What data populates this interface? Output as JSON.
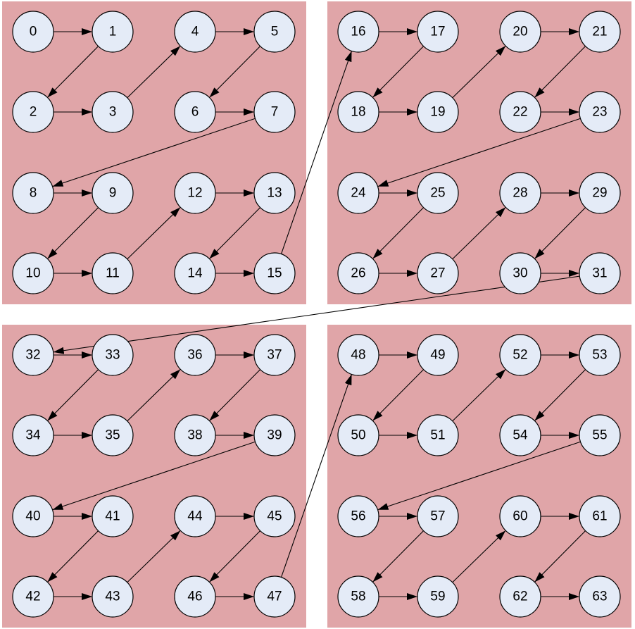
{
  "diagram": {
    "colors": {
      "background": "#ffffff",
      "cluster_fill": "#e0a5a8",
      "node_fill": "#e4ebf7",
      "stroke": "#000000"
    },
    "clusters": [
      {
        "id": "c0",
        "nodes": [
          0,
          1,
          2,
          3,
          4,
          5,
          6,
          7,
          8,
          9,
          10,
          11,
          12,
          13,
          14,
          15
        ]
      },
      {
        "id": "c1",
        "nodes": [
          16,
          17,
          18,
          19,
          20,
          21,
          22,
          23,
          24,
          25,
          26,
          27,
          28,
          29,
          30,
          31
        ]
      },
      {
        "id": "c2",
        "nodes": [
          32,
          33,
          34,
          35,
          36,
          37,
          38,
          39,
          40,
          41,
          42,
          43,
          44,
          45,
          46,
          47
        ]
      },
      {
        "id": "c3",
        "nodes": [
          48,
          49,
          50,
          51,
          52,
          53,
          54,
          55,
          56,
          57,
          58,
          59,
          60,
          61,
          62,
          63
        ]
      }
    ],
    "nodes": [
      {
        "id": 0,
        "label": "0"
      },
      {
        "id": 1,
        "label": "1"
      },
      {
        "id": 2,
        "label": "2"
      },
      {
        "id": 3,
        "label": "3"
      },
      {
        "id": 4,
        "label": "4"
      },
      {
        "id": 5,
        "label": "5"
      },
      {
        "id": 6,
        "label": "6"
      },
      {
        "id": 7,
        "label": "7"
      },
      {
        "id": 8,
        "label": "8"
      },
      {
        "id": 9,
        "label": "9"
      },
      {
        "id": 10,
        "label": "10"
      },
      {
        "id": 11,
        "label": "11"
      },
      {
        "id": 12,
        "label": "12"
      },
      {
        "id": 13,
        "label": "13"
      },
      {
        "id": 14,
        "label": "14"
      },
      {
        "id": 15,
        "label": "15"
      },
      {
        "id": 16,
        "label": "16"
      },
      {
        "id": 17,
        "label": "17"
      },
      {
        "id": 18,
        "label": "18"
      },
      {
        "id": 19,
        "label": "19"
      },
      {
        "id": 20,
        "label": "20"
      },
      {
        "id": 21,
        "label": "21"
      },
      {
        "id": 22,
        "label": "22"
      },
      {
        "id": 23,
        "label": "23"
      },
      {
        "id": 24,
        "label": "24"
      },
      {
        "id": 25,
        "label": "25"
      },
      {
        "id": 26,
        "label": "26"
      },
      {
        "id": 27,
        "label": "27"
      },
      {
        "id": 28,
        "label": "28"
      },
      {
        "id": 29,
        "label": "29"
      },
      {
        "id": 30,
        "label": "30"
      },
      {
        "id": 31,
        "label": "31"
      },
      {
        "id": 32,
        "label": "32"
      },
      {
        "id": 33,
        "label": "33"
      },
      {
        "id": 34,
        "label": "34"
      },
      {
        "id": 35,
        "label": "35"
      },
      {
        "id": 36,
        "label": "36"
      },
      {
        "id": 37,
        "label": "37"
      },
      {
        "id": 38,
        "label": "38"
      },
      {
        "id": 39,
        "label": "39"
      },
      {
        "id": 40,
        "label": "40"
      },
      {
        "id": 41,
        "label": "41"
      },
      {
        "id": 42,
        "label": "42"
      },
      {
        "id": 43,
        "label": "43"
      },
      {
        "id": 44,
        "label": "44"
      },
      {
        "id": 45,
        "label": "45"
      },
      {
        "id": 46,
        "label": "46"
      },
      {
        "id": 47,
        "label": "47"
      },
      {
        "id": 48,
        "label": "48"
      },
      {
        "id": 49,
        "label": "49"
      },
      {
        "id": 50,
        "label": "50"
      },
      {
        "id": 51,
        "label": "51"
      },
      {
        "id": 52,
        "label": "52"
      },
      {
        "id": 53,
        "label": "53"
      },
      {
        "id": 54,
        "label": "54"
      },
      {
        "id": 55,
        "label": "55"
      },
      {
        "id": 56,
        "label": "56"
      },
      {
        "id": 57,
        "label": "57"
      },
      {
        "id": 58,
        "label": "58"
      },
      {
        "id": 59,
        "label": "59"
      },
      {
        "id": 60,
        "label": "60"
      },
      {
        "id": 61,
        "label": "61"
      },
      {
        "id": 62,
        "label": "62"
      },
      {
        "id": 63,
        "label": "63"
      }
    ],
    "edges": [
      [
        0,
        1
      ],
      [
        1,
        2
      ],
      [
        2,
        3
      ],
      [
        3,
        4
      ],
      [
        4,
        5
      ],
      [
        5,
        6
      ],
      [
        6,
        7
      ],
      [
        7,
        8
      ],
      [
        8,
        9
      ],
      [
        9,
        10
      ],
      [
        10,
        11
      ],
      [
        11,
        12
      ],
      [
        12,
        13
      ],
      [
        13,
        14
      ],
      [
        14,
        15
      ],
      [
        15,
        16
      ],
      [
        16,
        17
      ],
      [
        17,
        18
      ],
      [
        18,
        19
      ],
      [
        19,
        20
      ],
      [
        20,
        21
      ],
      [
        21,
        22
      ],
      [
        22,
        23
      ],
      [
        23,
        24
      ],
      [
        24,
        25
      ],
      [
        25,
        26
      ],
      [
        26,
        27
      ],
      [
        27,
        28
      ],
      [
        28,
        29
      ],
      [
        29,
        30
      ],
      [
        30,
        31
      ],
      [
        31,
        32
      ],
      [
        32,
        33
      ],
      [
        33,
        34
      ],
      [
        34,
        35
      ],
      [
        35,
        36
      ],
      [
        36,
        37
      ],
      [
        37,
        38
      ],
      [
        38,
        39
      ],
      [
        39,
        40
      ],
      [
        40,
        41
      ],
      [
        41,
        42
      ],
      [
        42,
        43
      ],
      [
        43,
        44
      ],
      [
        44,
        45
      ],
      [
        45,
        46
      ],
      [
        46,
        47
      ],
      [
        47,
        48
      ],
      [
        48,
        49
      ],
      [
        49,
        50
      ],
      [
        50,
        51
      ],
      [
        51,
        52
      ],
      [
        52,
        53
      ],
      [
        53,
        54
      ],
      [
        54,
        55
      ],
      [
        55,
        56
      ],
      [
        56,
        57
      ],
      [
        57,
        58
      ],
      [
        58,
        59
      ],
      [
        59,
        60
      ],
      [
        60,
        61
      ],
      [
        61,
        62
      ],
      [
        62,
        63
      ]
    ]
  }
}
